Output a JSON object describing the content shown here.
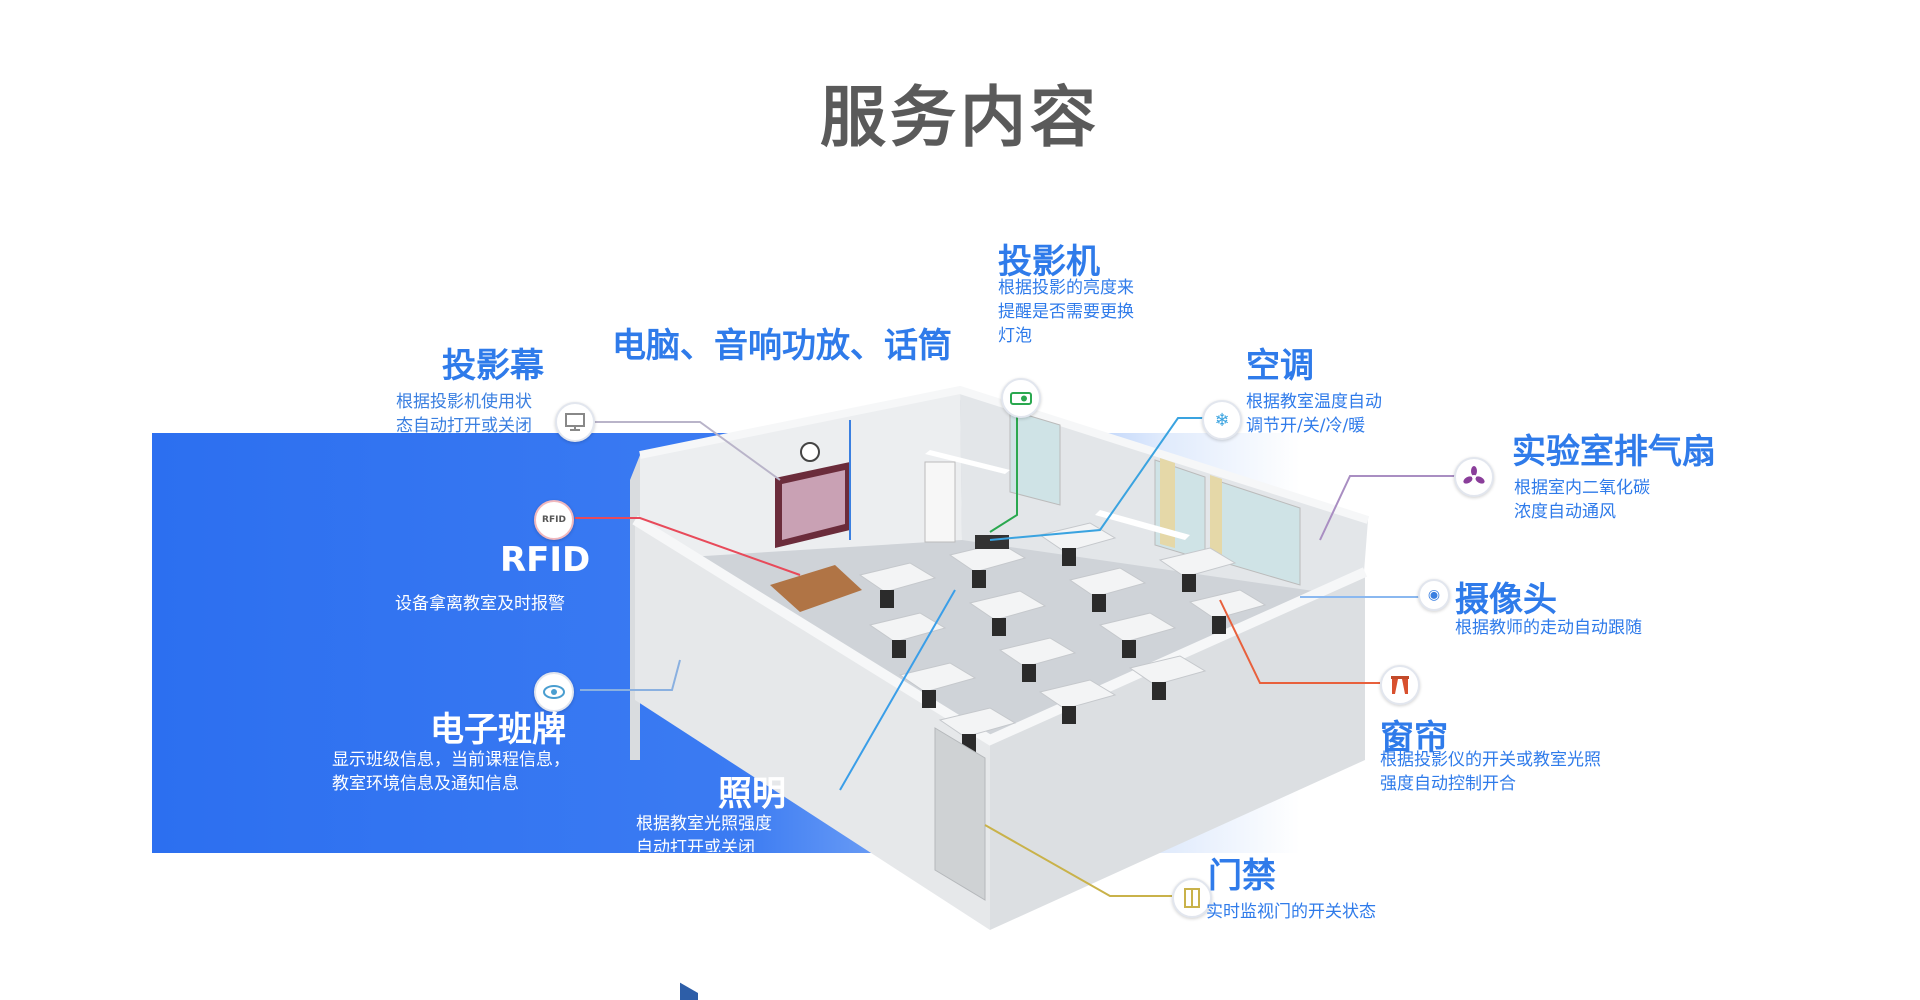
{
  "page": {
    "title": "服务内容"
  },
  "labels": {
    "projector": {
      "title": "投影机",
      "desc": [
        "根据投影的亮度来",
        "提醒是否需要更换",
        "灯泡"
      ]
    },
    "computer": {
      "title": "电脑、音响功放、话筒"
    },
    "screen": {
      "title": "投影幕",
      "desc": [
        "根据投影机使用状",
        "态自动打开或关闭"
      ]
    },
    "ac": {
      "title": "空调",
      "desc": [
        "根据教室温度自动",
        "调节开/关/冷/暖"
      ]
    },
    "fan": {
      "title": "实验室排气扇",
      "desc": [
        "根据室内二氧化碳",
        "浓度自动通风"
      ]
    },
    "rfid": {
      "title": "RFID",
      "desc": [
        "设备拿离教室及时报警"
      ],
      "icon_text": "RFID"
    },
    "camera": {
      "title": "摄像头",
      "desc": [
        "根据教师的走动自动跟随"
      ]
    },
    "board": {
      "title": "电子班牌",
      "desc": [
        "显示班级信息，当前课程信息，",
        "教室环境信息及通知信息"
      ]
    },
    "curtain": {
      "title": "窗帘",
      "desc": [
        "根据投影仪的开关或教室光照",
        "强度自动控制开合"
      ]
    },
    "lighting": {
      "title": "照明",
      "desc": [
        "根据教室光照强度",
        "自动打开或关闭"
      ]
    },
    "door": {
      "title": "门禁",
      "desc": [
        "实时监视门的开关状态"
      ]
    }
  },
  "colors": {
    "accent": "#2f7bea",
    "title": "#5a5a5a",
    "band": "#2c6ff0"
  },
  "icons": [
    "projector-icon",
    "monitor-icon",
    "snowflake-icon",
    "fan-icon",
    "rfid-icon",
    "webcam-icon",
    "eye-icon",
    "curtain-icon",
    "door-icon"
  ]
}
